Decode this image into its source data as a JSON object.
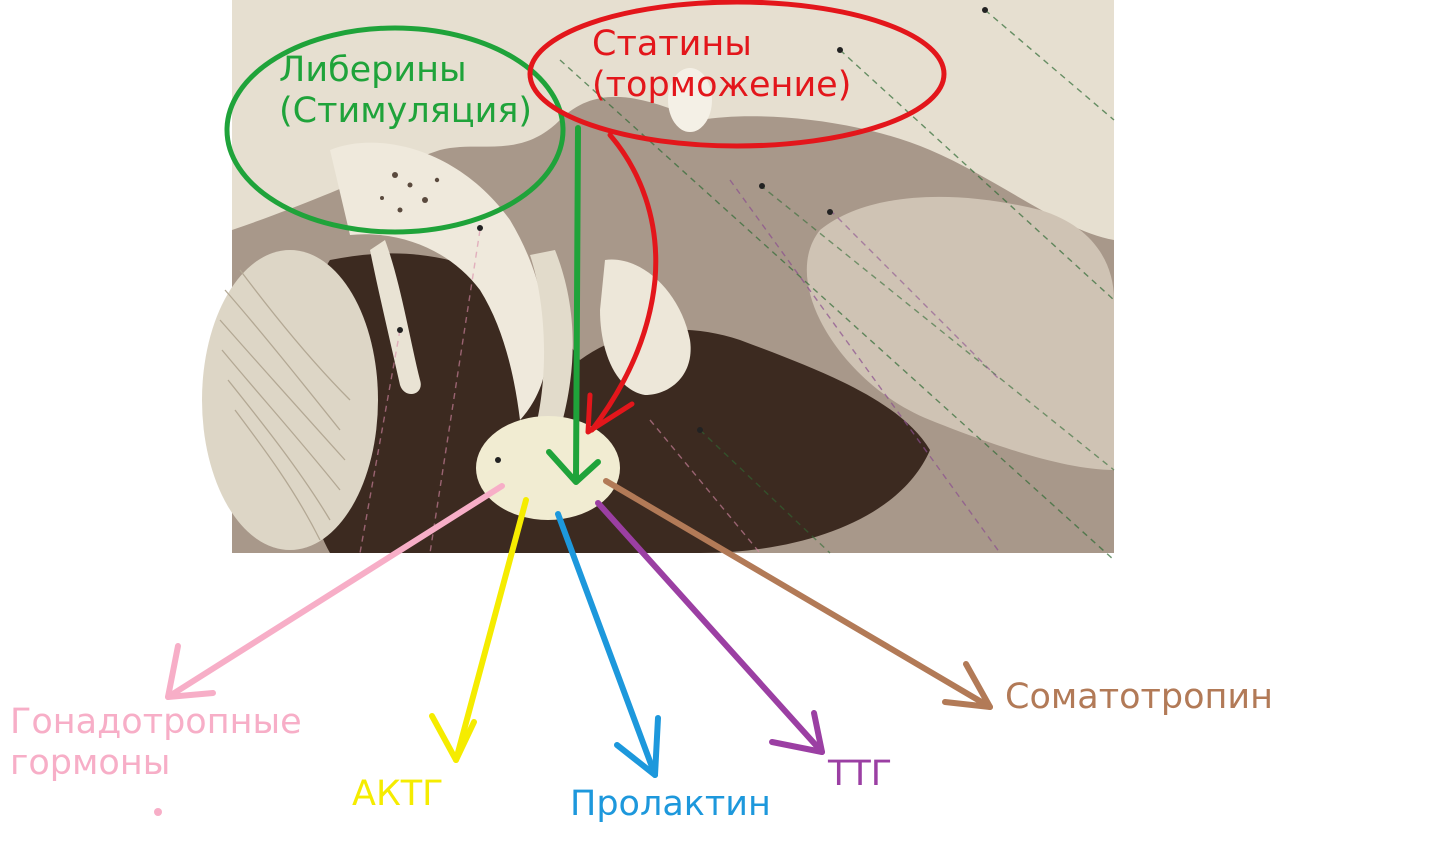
{
  "colors": {
    "background": "#ffffff",
    "tissue_light": "#ece6d8",
    "tissue_mid": "#b9a995",
    "cavity_dark": "#3c2a20",
    "gland": "#f1ecd2",
    "green": "#1fa33a",
    "red": "#e3161b",
    "pink": "#f7aec7",
    "yellow": "#f5ec00",
    "blue": "#1d98dc",
    "purple": "#9b3fa3",
    "brown": "#b27a57"
  },
  "labels": {
    "liberiny": "Либерины\n(Стимуляция)",
    "statiny": "Статины\n(торможение)",
    "gonadotropic": "Гонадотропные\nгормоны",
    "actg": "АКТГ",
    "prolactin": "Пролактин",
    "ttg": "ТТГ",
    "somatotropin": "Соматотропин"
  },
  "icons": {
    "stimulation_arrow": "arrow-down-icon",
    "inhibition_arrow": "arrow-curved-down-icon",
    "hormone_arrow": "arrow-outward-icon"
  }
}
